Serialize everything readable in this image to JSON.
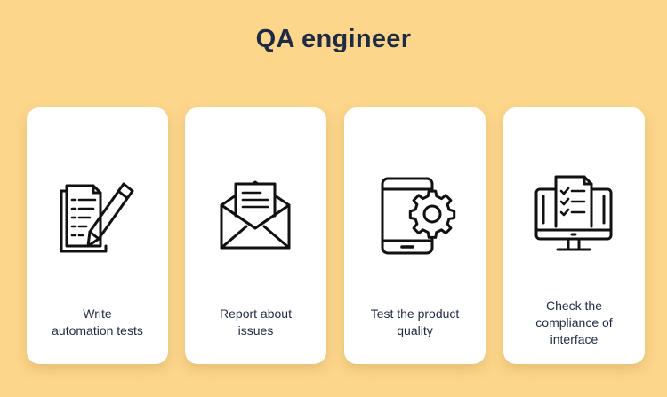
{
  "title": "QA engineer",
  "cards": [
    {
      "icon": "document-pencil-icon",
      "lines": [
        "Write",
        "automation tests"
      ]
    },
    {
      "icon": "envelope-letter-icon",
      "lines": [
        "Report about",
        "issues"
      ]
    },
    {
      "icon": "phone-gear-icon",
      "lines": [
        "Test the product",
        "quality"
      ]
    },
    {
      "icon": "monitor-checklist-icon",
      "lines": [
        "Check the",
        "compliance of",
        "interface"
      ]
    }
  ]
}
